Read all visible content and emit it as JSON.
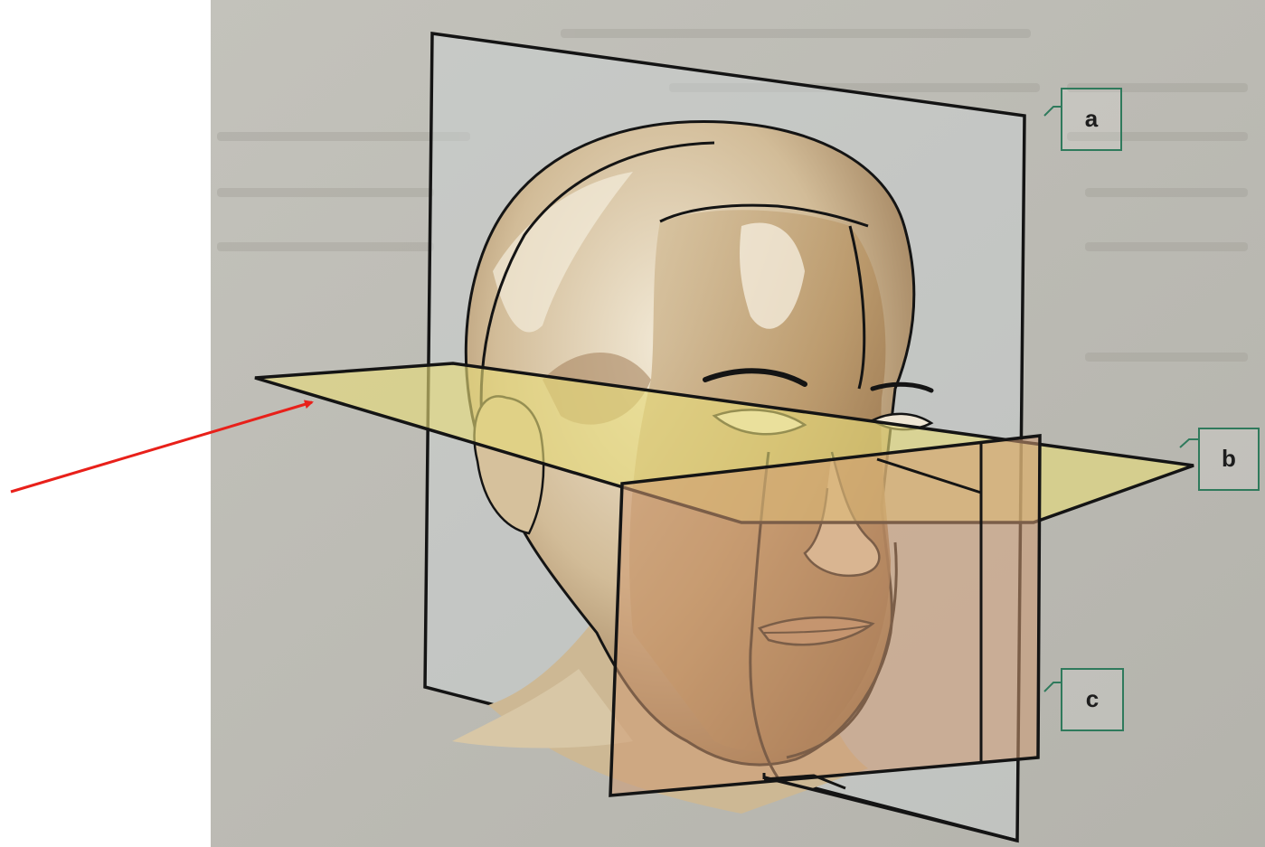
{
  "figure": {
    "labels": [
      {
        "id": "a",
        "text": "a"
      },
      {
        "id": "b",
        "text": "b"
      },
      {
        "id": "c",
        "text": "c"
      }
    ],
    "colors": {
      "page_background": "#bdbcb5",
      "photo_left_margin": "#ffffff",
      "sagittal_plane_fill": "#cfd4d6",
      "transverse_plane_fill": "#e6dc79",
      "frontal_plane_fill": "#cf9a72",
      "plane_outline": "#141414",
      "label_box_outline": "#2f7a5c",
      "pointer_arrow": "#e8201a",
      "skin_light": "#e8dcc4",
      "skin_mid": "#c9b08a",
      "skin_dark": "#8d6a45"
    },
    "pointer_target": "transverse-plane"
  }
}
